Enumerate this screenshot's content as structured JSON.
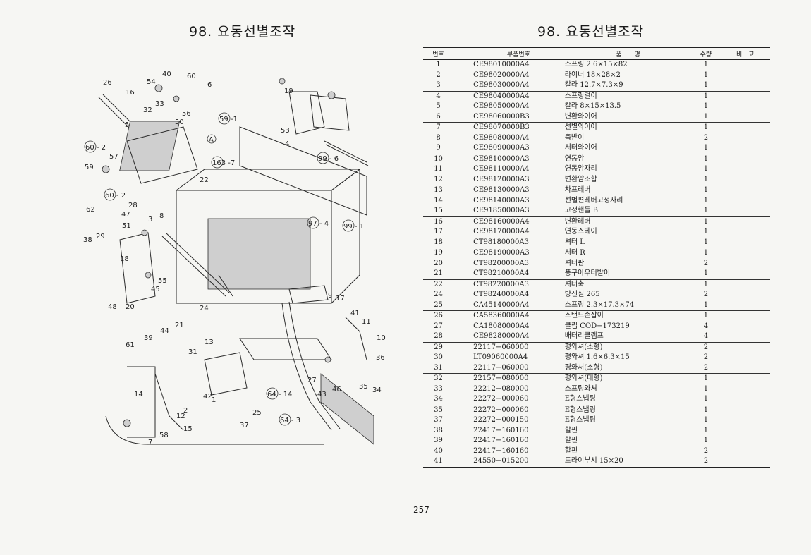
{
  "left_title": "98. 요동선별조작",
  "right_title": "98. 요동선별조작",
  "page_number": "257",
  "table": {
    "headers": {
      "no": "번호",
      "part_no": "부품번호",
      "name": "품　　명",
      "qty": "수량",
      "remarks": "비　고"
    },
    "rows": [
      {
        "no": "1",
        "part_no": "CE98010000A4",
        "name": "스프링 2.6×15×82",
        "qty": "1"
      },
      {
        "no": "2",
        "part_no": "CE98020000A4",
        "name": "라이너 18×28×2",
        "qty": "1"
      },
      {
        "no": "3",
        "part_no": "CE98030000A4",
        "name": "칼라 12.7×7.3×9",
        "qty": "1"
      },
      {
        "no": "4",
        "part_no": "CE98040000A4",
        "name": "스프링걸이",
        "qty": "1"
      },
      {
        "no": "5",
        "part_no": "CE98050000A4",
        "name": "칼라 8×15×13.5",
        "qty": "1"
      },
      {
        "no": "6",
        "part_no": "CE98060000B3",
        "name": "변환와이어",
        "qty": "1"
      },
      {
        "no": "7",
        "part_no": "CE98070000B3",
        "name": "선별와이어",
        "qty": "1"
      },
      {
        "no": "8",
        "part_no": "CE98080000A4",
        "name": "축받이",
        "qty": "2"
      },
      {
        "no": "9",
        "part_no": "CE98090000A3",
        "name": "셔터와이어",
        "qty": "1"
      },
      {
        "no": "10",
        "part_no": "CE98100000A3",
        "name": "연동암",
        "qty": "1"
      },
      {
        "no": "11",
        "part_no": "CE98110000A4",
        "name": "연동암자리",
        "qty": "1"
      },
      {
        "no": "12",
        "part_no": "CE98120000A3",
        "name": "변환암조합",
        "qty": "1"
      },
      {
        "no": "13",
        "part_no": "CE98130000A3",
        "name": "차프레버",
        "qty": "1"
      },
      {
        "no": "14",
        "part_no": "CE98140000A3",
        "name": "선별편레버고정자리",
        "qty": "1"
      },
      {
        "no": "15",
        "part_no": "CE91850000A3",
        "name": "고정핸들 B",
        "qty": "1"
      },
      {
        "no": "16",
        "part_no": "CE98160000A4",
        "name": "변환레버",
        "qty": "1"
      },
      {
        "no": "17",
        "part_no": "CE98170000A4",
        "name": "연동스테이",
        "qty": "1"
      },
      {
        "no": "18",
        "part_no": "CT98180000A3",
        "name": "셔터 L",
        "qty": "1"
      },
      {
        "no": "19",
        "part_no": "CE98190000A3",
        "name": "셔터 R",
        "qty": "1"
      },
      {
        "no": "20",
        "part_no": "CT98200000A3",
        "name": "셔터판",
        "qty": "2"
      },
      {
        "no": "21",
        "part_no": "CT98210000A4",
        "name": "풍구아우터받이",
        "qty": "1"
      },
      {
        "no": "22",
        "part_no": "CT98220000A3",
        "name": "셔터축",
        "qty": "1"
      },
      {
        "no": "24",
        "part_no": "CT98240000A4",
        "name": "방진실 265",
        "qty": "2"
      },
      {
        "no": "25",
        "part_no": "CA45140000A4",
        "name": "스프링 2.3×17.3×74",
        "qty": "1"
      },
      {
        "no": "26",
        "part_no": "CA58360000A4",
        "name": "스탠드손잡이",
        "qty": "1"
      },
      {
        "no": "27",
        "part_no": "CA18080000A4",
        "name": "클립 COD−173219",
        "qty": "4"
      },
      {
        "no": "28",
        "part_no": "CE98280000A4",
        "name": "배터리클램프",
        "qty": "4"
      },
      {
        "no": "29",
        "part_no": "22117−060000",
        "name": "평와셔(소형)",
        "qty": "2"
      },
      {
        "no": "30",
        "part_no": "LT09060000A4",
        "name": "평와셔 1.6×6.3×15",
        "qty": "2"
      },
      {
        "no": "31",
        "part_no": "22117−060000",
        "name": "평와셔(소형)",
        "qty": "2"
      },
      {
        "no": "32",
        "part_no": "22157−080000",
        "name": "평와셔(대형)",
        "qty": "1"
      },
      {
        "no": "33",
        "part_no": "22212−080000",
        "name": "스프링와셔",
        "qty": "1"
      },
      {
        "no": "34",
        "part_no": "22272−000060",
        "name": "E형스냅링",
        "qty": "1"
      },
      {
        "no": "35",
        "part_no": "22272−000060",
        "name": "E형스냅링",
        "qty": "1"
      },
      {
        "no": "37",
        "part_no": "22272−000150",
        "name": "E형스냅링",
        "qty": "1"
      },
      {
        "no": "38",
        "part_no": "22417−160160",
        "name": "할핀",
        "qty": "1"
      },
      {
        "no": "39",
        "part_no": "22417−160160",
        "name": "할핀",
        "qty": "1"
      },
      {
        "no": "40",
        "part_no": "22417−160160",
        "name": "할핀",
        "qty": "2"
      },
      {
        "no": "41",
        "part_no": "24550−015200",
        "name": "드라이부시 15×20",
        "qty": "2"
      }
    ]
  },
  "diagram": {
    "callouts": [
      {
        "label": "26"
      },
      {
        "label": "16"
      },
      {
        "label": "54"
      },
      {
        "label": "40"
      },
      {
        "label": "60"
      },
      {
        "label": "6"
      },
      {
        "label": "32"
      },
      {
        "label": "33"
      },
      {
        "label": "56"
      },
      {
        "label": "50"
      },
      {
        "label": "5"
      },
      {
        "label": "A"
      },
      {
        "label": "57"
      },
      {
        "label": "59"
      },
      {
        "label": "62"
      },
      {
        "label": "28"
      },
      {
        "label": "47"
      },
      {
        "label": "3"
      },
      {
        "label": "8"
      },
      {
        "label": "51"
      },
      {
        "label": "38"
      },
      {
        "label": "29"
      },
      {
        "label": "18"
      },
      {
        "label": "45"
      },
      {
        "label": "55"
      },
      {
        "label": "48"
      },
      {
        "label": "20"
      },
      {
        "label": "24"
      },
      {
        "label": "21"
      },
      {
        "label": "44"
      },
      {
        "label": "22"
      },
      {
        "label": "19"
      },
      {
        "label": "53"
      },
      {
        "label": "4"
      },
      {
        "label": "9"
      },
      {
        "label": "17"
      },
      {
        "label": "41"
      },
      {
        "label": "11"
      },
      {
        "label": "10"
      },
      {
        "label": "61"
      },
      {
        "label": "39"
      },
      {
        "label": "31"
      },
      {
        "label": "13"
      },
      {
        "label": "14"
      },
      {
        "label": "12"
      },
      {
        "label": "2"
      },
      {
        "label": "42"
      },
      {
        "label": "1"
      },
      {
        "label": "25"
      },
      {
        "label": "15"
      },
      {
        "label": "7"
      },
      {
        "label": "58"
      },
      {
        "label": "37"
      },
      {
        "label": "27"
      },
      {
        "label": "43"
      },
      {
        "label": "46"
      },
      {
        "label": "35"
      },
      {
        "label": "34"
      },
      {
        "label": "36"
      }
    ],
    "refs": [
      {
        "label": "59 -1"
      },
      {
        "label": "60 - 2"
      },
      {
        "label": "163 -7"
      },
      {
        "label": "60 - 2"
      },
      {
        "label": "99 - 6"
      },
      {
        "label": "97 - 4"
      },
      {
        "label": "99 - 1"
      },
      {
        "label": "64 - 14"
      },
      {
        "label": "64 - 3"
      }
    ]
  }
}
